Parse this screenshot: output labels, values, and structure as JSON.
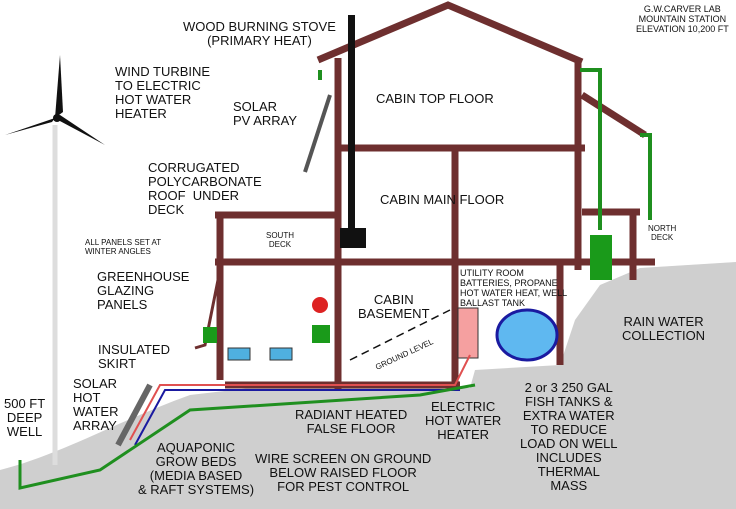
{
  "header": {
    "lab": "G.W.CARVER LAB\nMOUNTAIN STATION\nELEVATION 10,200 FT"
  },
  "labels": {
    "stove": "WOOD BURNING STOVE\n(PRIMARY HEAT)",
    "turbine": "WIND TURBINE\nTO ELECTRIC\nHOT WATER\nHEATER",
    "solar_pv": "SOLAR\nPV ARRAY",
    "top_floor": "CABIN TOP FLOOR",
    "main_floor": "CABIN MAIN FLOOR",
    "roof": "CORRUGATED\nPOLYCARBONATE\nROOF  UNDER\nDECK",
    "south_deck": "SOUTH\nDECK",
    "north_deck": "NORTH\nDECK",
    "panels": "ALL PANELS SET AT\nWINTER ANGLES",
    "greenhouse": "GREENHOUSE\nGLAZING\nPANELS",
    "basement": "CABIN\nBASEMENT",
    "utility": "UTILITY ROOM\nBATTERIES, PROPANE\nHOT WATER HEAT, WELL\nBALLAST TANK",
    "rain": "RAIN WATER\nCOLLECTION",
    "ground_level": "GROUND LEVEL",
    "skirt": "INSULATED\nSKIRT",
    "solar_hw": "SOLAR\nHOT\nWATER\nARRAY",
    "well": "500 FT\nDEEP\nWELL",
    "radiant": "RADIANT HEATED\nFALSE FLOOR",
    "electric_hw": "ELECTRIC\nHOT WATER\nHEATER",
    "fish": "2 or 3 250 GAL\nFISH TANKS &\nEXTRA WATER\nTO REDUCE\nLOAD ON WELL\nINCLUDES\nTHERMAL\nMASS",
    "aquaponic": "AQUAPONIC\nGROW BEDS\n(MEDIA BASED\n& RAFT SYSTEMS)",
    "wire": "WIRE SCREEN ON GROUND\nBELOW RAISED FLOOR\nFOR PEST CONTROL"
  },
  "colors": {
    "frame": "#6e2f2f",
    "ground": "#cfcfcf",
    "pipe": "#1f8f1f",
    "hot": "#e05050",
    "water": "#1a1aa0"
  }
}
